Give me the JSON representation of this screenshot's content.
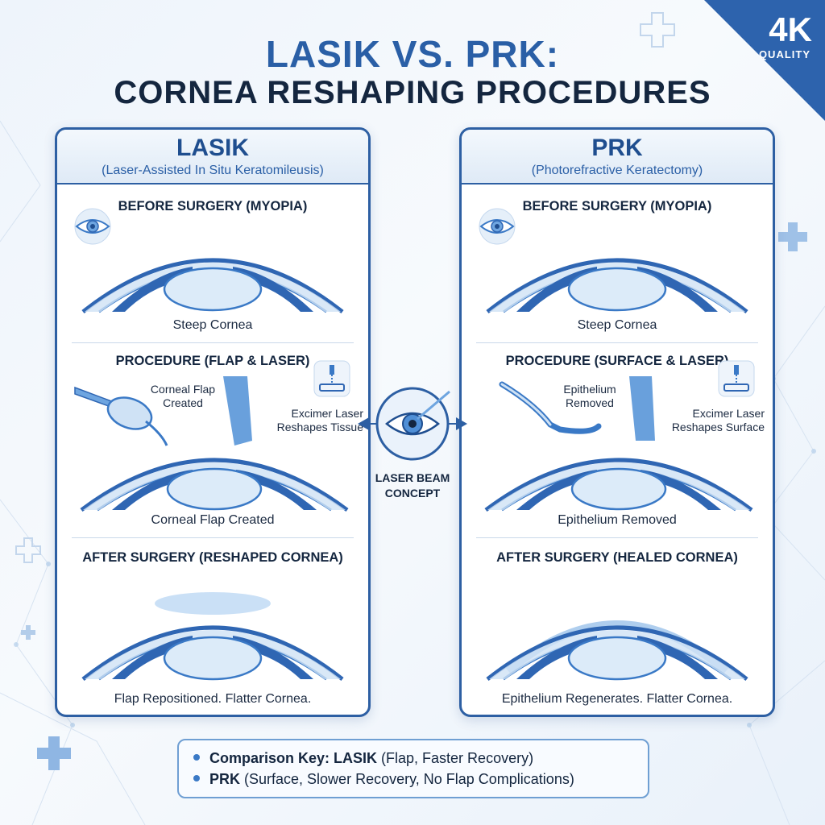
{
  "badge": {
    "big": "4K",
    "small": "QUALITY"
  },
  "title": {
    "line1": "LASIK VS. PRK:",
    "line2": "CORNEA RESHAPING PROCEDURES"
  },
  "lasik": {
    "title": "LASIK",
    "subtitle": "(Laser-Assisted In Situ Keratomileusis)",
    "before_title": "BEFORE SURGERY (MYOPIA)",
    "before_caption": "Steep Cornea",
    "procedure_title": "PROCEDURE (FLAP & LASER)",
    "flap_label_1": "Corneal Flap",
    "flap_label_2": "Created",
    "laser_label_1": "Excimer Laser",
    "laser_label_2": "Reshapes Tissue",
    "procedure_caption": "Corneal Flap Created",
    "after_title": "AFTER SURGERY (RESHAPED CORNEA)",
    "after_caption": "Flap Repositioned. Flatter Cornea."
  },
  "prk": {
    "title": "PRK",
    "subtitle": "(Photorefractive Keratectomy)",
    "before_title": "BEFORE SURGERY (MYOPIA)",
    "before_caption": "Steep Cornea",
    "procedure_title": "PROCEDURE (SURFACE & LASER)",
    "epi_label_1": "Epithelium",
    "epi_label_2": "Removed",
    "laser_label_1": "Excimer Laser",
    "laser_label_2": "Reshapes Surface",
    "procedure_caption": "Epithelium Removed",
    "after_title": "AFTER SURGERY (HEALED CORNEA)",
    "after_caption": "Epithelium Regenerates. Flatter Cornea."
  },
  "center": {
    "line1": "LASER BEAM",
    "line2": "CONCEPT"
  },
  "key": {
    "line1_lead": "Comparison Key: ",
    "line1_bold": "LASIK",
    "line1_rest": " (Flap, Faster Recovery)",
    "line2_bold": "PRK",
    "line2_rest": " (Surface, Slower Recovery, No Flap Complications)"
  },
  "colors": {
    "primary": "#2d5fa3",
    "accent": "#3a79c6",
    "cornea_fill": "#cfe2f5",
    "iris": "#2f66b3"
  },
  "icons": [
    "eye-icon",
    "laser-device-icon",
    "plus-icon"
  ]
}
